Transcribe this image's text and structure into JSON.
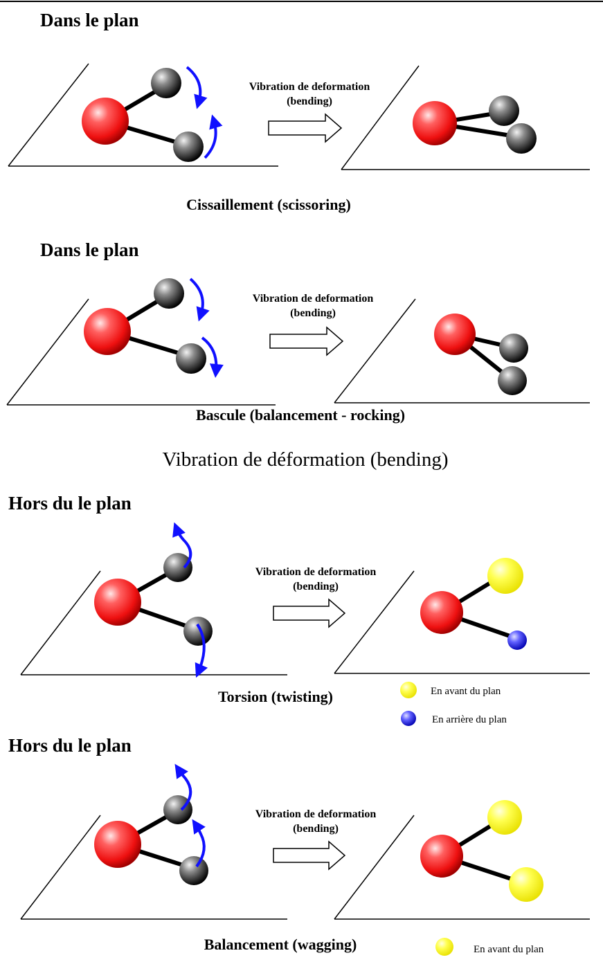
{
  "colors": {
    "central_atom": "#ff2020",
    "outer_atom": "#3a3a3a",
    "in_front": "#ffff20",
    "behind": "#2a2aff",
    "arrow_motion": "#1010ff",
    "line": "#000000"
  },
  "sections": [
    {
      "heading": "Dans le plan",
      "arrow_label_line1": "Vibration de deformation",
      "arrow_label_line2": "(bending)",
      "caption": "Cissaillement (scissoring)"
    },
    {
      "heading": "Dans le plan",
      "arrow_label_line1": "Vibration de deformation",
      "arrow_label_line2": "(bending)",
      "caption": "Bascule (balancement - rocking)"
    },
    {
      "heading": "Hors du le plan",
      "arrow_label_line1": "Vibration de deformation",
      "arrow_label_line2": "(bending)",
      "caption": "Torsion (twisting)",
      "legend": [
        "En avant du plan",
        "En arrière du plan"
      ]
    },
    {
      "heading": "Hors du le plan",
      "arrow_label_line1": "Vibration de deformation",
      "arrow_label_line2": "(bending)",
      "caption": "Balancement (wagging)",
      "legend": [
        "En avant du plan"
      ]
    }
  ],
  "center_title": "Vibration de déformation (bending)"
}
